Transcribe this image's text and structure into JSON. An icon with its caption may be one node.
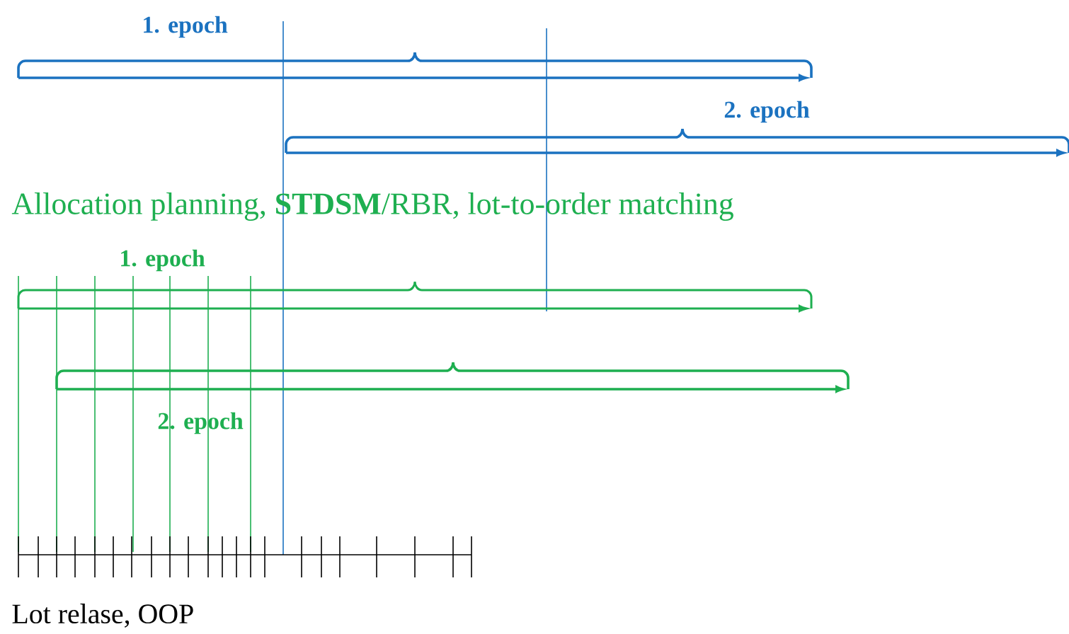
{
  "diagram": {
    "labels": [
      "1. epoch",
      "2. epoch",
      "Allocation planning, **STDSM**/RBR, lot-to-order matching",
      "1. epoch",
      "2. epoch",
      "Lot relase, OOP"
    ]
  }
}
